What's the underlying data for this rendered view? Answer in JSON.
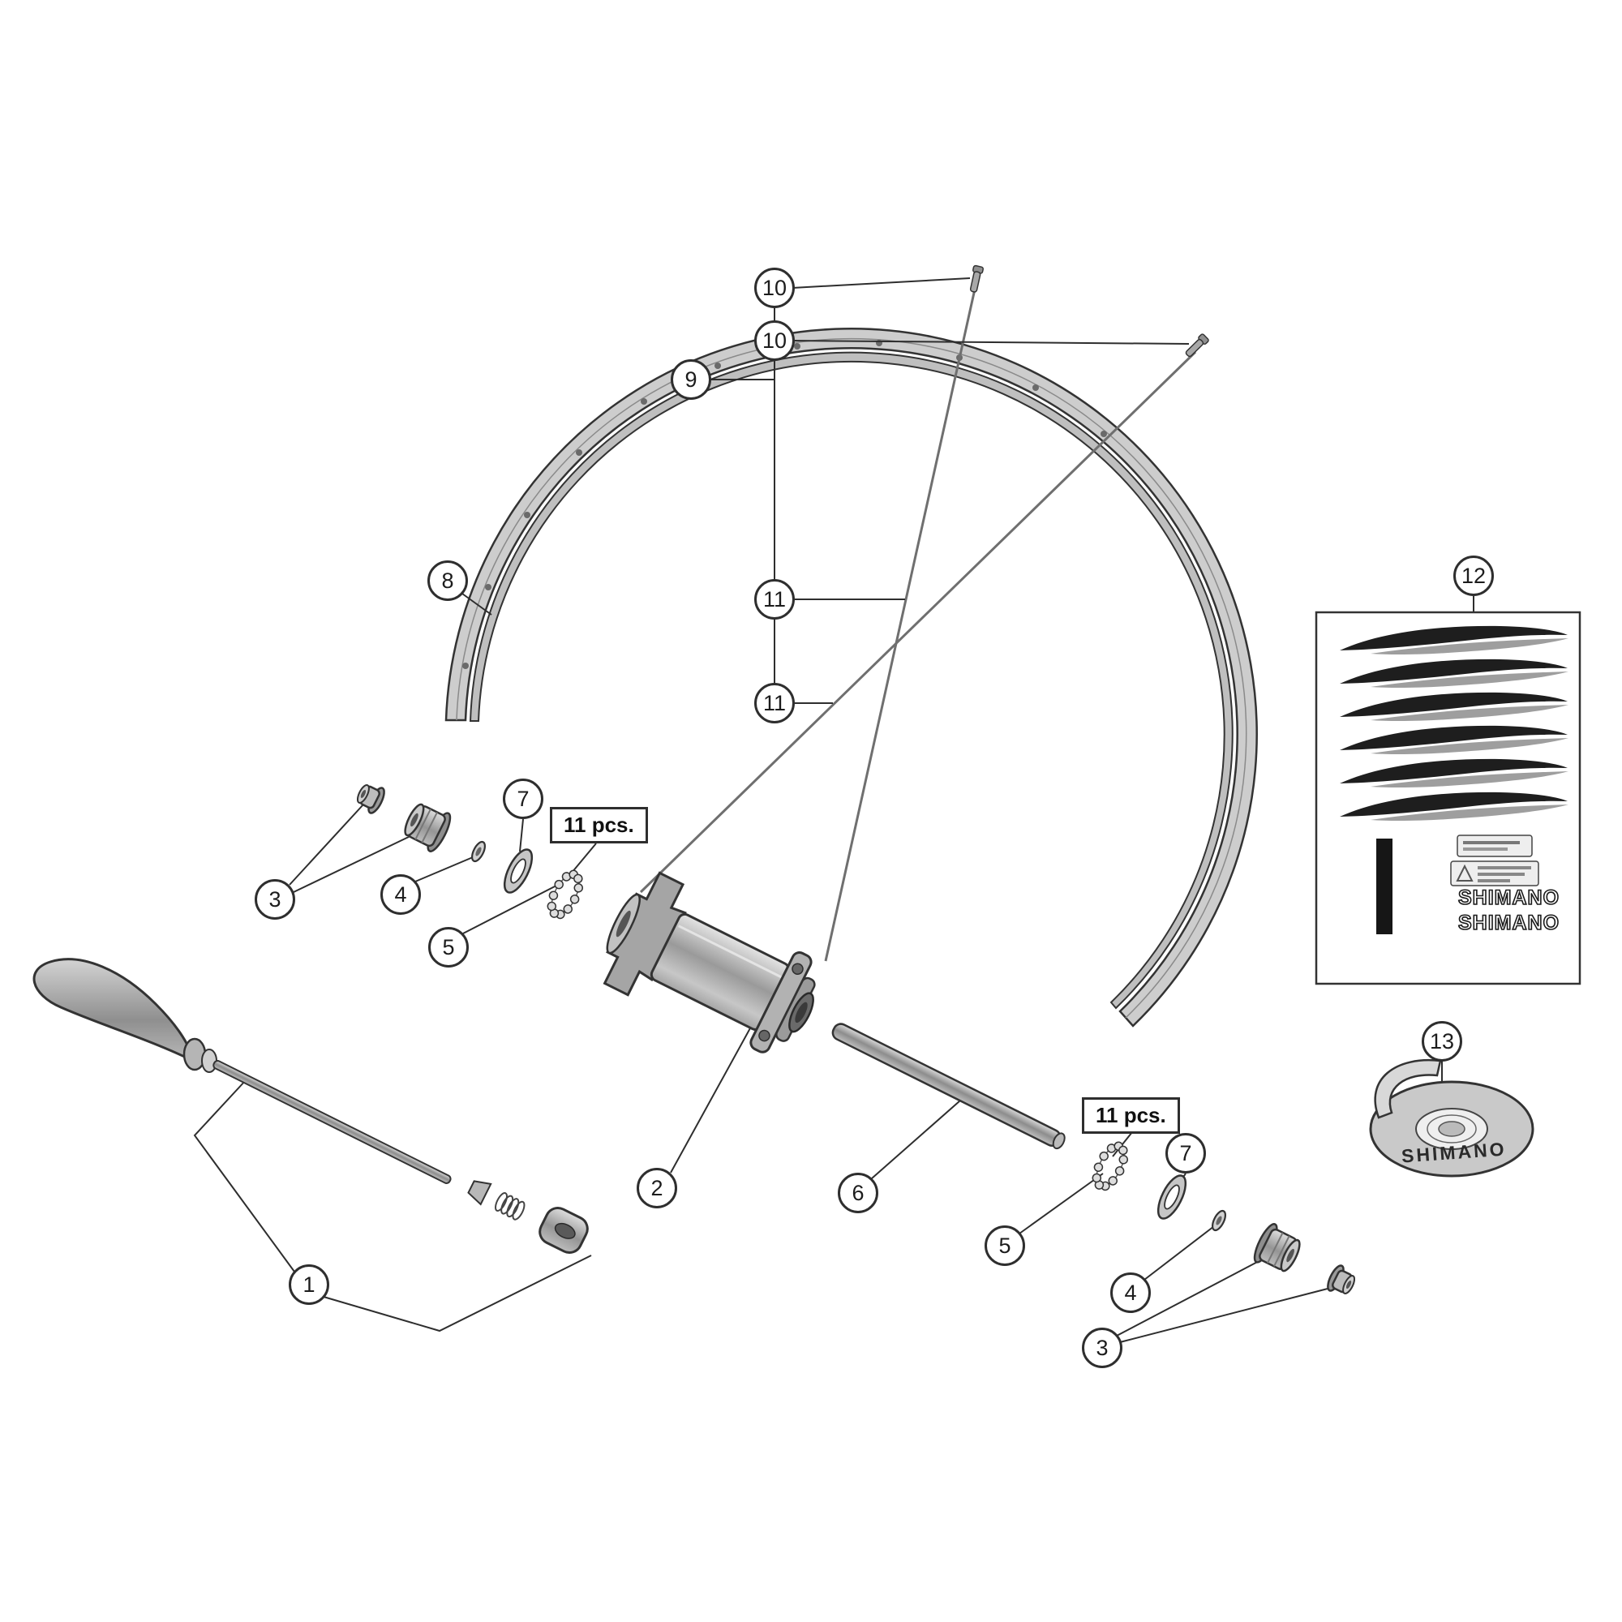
{
  "callouts": {
    "1": "1",
    "2": "2",
    "3": "3",
    "4": "4",
    "5": "5",
    "6": "6",
    "7": "7",
    "8": "8",
    "9": "9",
    "10": "10",
    "11": "11",
    "12": "12",
    "13": "13"
  },
  "labels": {
    "pieces_left": "11 pcs.",
    "pieces_right": "11 pcs."
  },
  "decal_sheet": {
    "brand_line_1": "SHIMANO",
    "brand_line_2": "SHIMANO"
  },
  "rim_tape": {
    "brand": "SHIMANO"
  },
  "colors": {
    "line": "#2e2e2e",
    "fill_light": "#d6d6d6",
    "fill_mid": "#aaaaaa",
    "background": "#ffffff"
  }
}
